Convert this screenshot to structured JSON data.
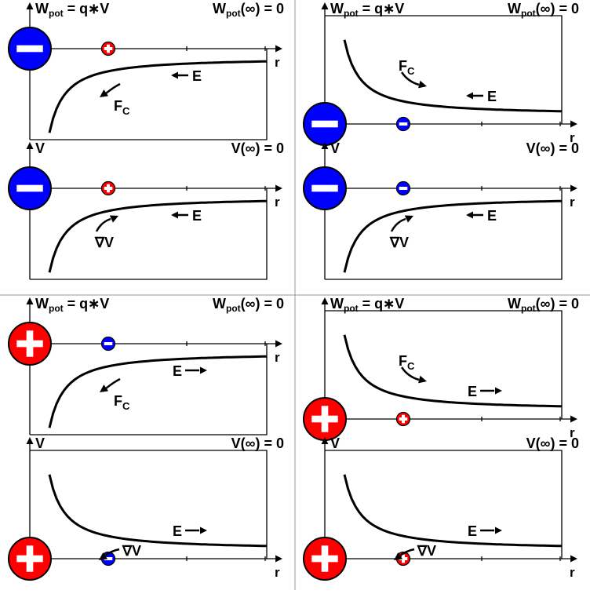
{
  "colors": {
    "negative": "#0000ff",
    "positive": "#ff0000",
    "ink": "#000000",
    "divider": "#9a9a9a",
    "background": "#ffffff"
  },
  "labels": {
    "wpot_prefix": "W",
    "pot_sub": "pot",
    "wpot_eq": "= q",
    "star": "∗",
    "v_var": "V",
    "wpot_inf_sub": "pot",
    "inf_eq": "(∞) = 0",
    "r": "r",
    "e": "E",
    "f": "F",
    "c_sub": "C",
    "grad": "∇V",
    "v_inf": "V(∞) = 0"
  },
  "panels": [
    {
      "name": "neg-source-pos-test",
      "source": "negative",
      "test": "positive",
      "wpot": {
        "curve": "rising",
        "force_dir": "toward-source",
        "e_dir": "left"
      },
      "v": {
        "curve": "rising",
        "e_dir": "left"
      }
    },
    {
      "name": "neg-source-neg-test",
      "source": "negative",
      "test": "negative",
      "wpot": {
        "curve": "falling",
        "force_dir": "away-source",
        "e_dir": "left"
      },
      "v": {
        "curve": "rising",
        "e_dir": "left"
      }
    },
    {
      "name": "pos-source-neg-test",
      "source": "positive",
      "test": "negative",
      "wpot": {
        "curve": "rising",
        "force_dir": "toward-source",
        "e_dir": "right"
      },
      "v": {
        "curve": "falling",
        "e_dir": "right"
      }
    },
    {
      "name": "pos-source-pos-test",
      "source": "positive",
      "test": "positive",
      "wpot": {
        "curve": "falling",
        "force_dir": "away-source",
        "e_dir": "right"
      },
      "v": {
        "curve": "falling",
        "e_dir": "right"
      }
    }
  ]
}
